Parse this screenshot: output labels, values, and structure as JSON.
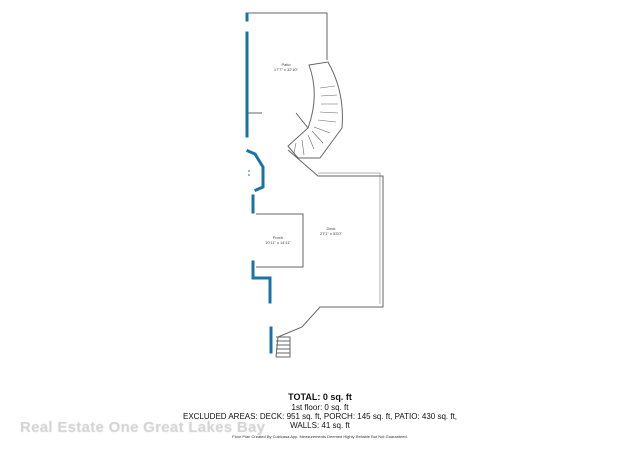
{
  "rooms": [
    {
      "name": "Patio",
      "dims": "17'7\" x 32'10\""
    },
    {
      "name": "Porch",
      "dims": "10'11\" x 14'11\""
    },
    {
      "name": "Deck",
      "dims": "27'1\" x 53'0\""
    }
  ],
  "summary": {
    "total": "TOTAL: 0 sq. ft",
    "floor1": "1st floor: 0 sq. ft",
    "excluded": "EXCLUDED AREAS: DECK: 951 sq. ft, PORCH: 145 sq. ft, PATIO: 430 sq. ft,",
    "walls": "WALLS: 41 sq. ft",
    "credit": "Floor Plan Created By Cubicasa App. Measurements Deemed Highly Reliable But Not Guaranteed."
  },
  "watermark": "Real Estate One Great Lakes Bay",
  "colors": {
    "wall": "#1a73a8",
    "outline": "#666666"
  }
}
